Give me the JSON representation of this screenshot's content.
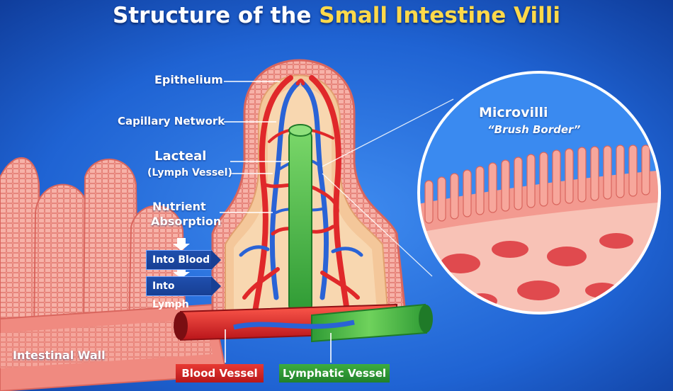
{
  "title": {
    "part1": "Structure of the ",
    "part2": "Small Intestine Villi"
  },
  "labels": {
    "epithelium": "Epithelium",
    "capillary": "Capillary Network",
    "lacteal": "Lacteal",
    "lymph_vessel": "(Lymph Vessel)",
    "nutrient": "Nutrient",
    "absorption": "Absorption",
    "into_blood": "Into Blood",
    "into_lymph": "Into Lymph",
    "intestinal_wall": "Intestinal Wall",
    "blood_vessel": "Blood Vessel",
    "lymphatic_vessel": "Lymphatic Vessel",
    "microvilli": "Microvilli",
    "brush_border": "“Brush Border”"
  },
  "colors": {
    "background": "#1d5fd0",
    "epithelium": "#f2877e",
    "capillary_red": "#e0282a",
    "capillary_blue": "#2a63d6",
    "lacteal_green": "#3cb043",
    "title_accent": "#ffd94a"
  }
}
